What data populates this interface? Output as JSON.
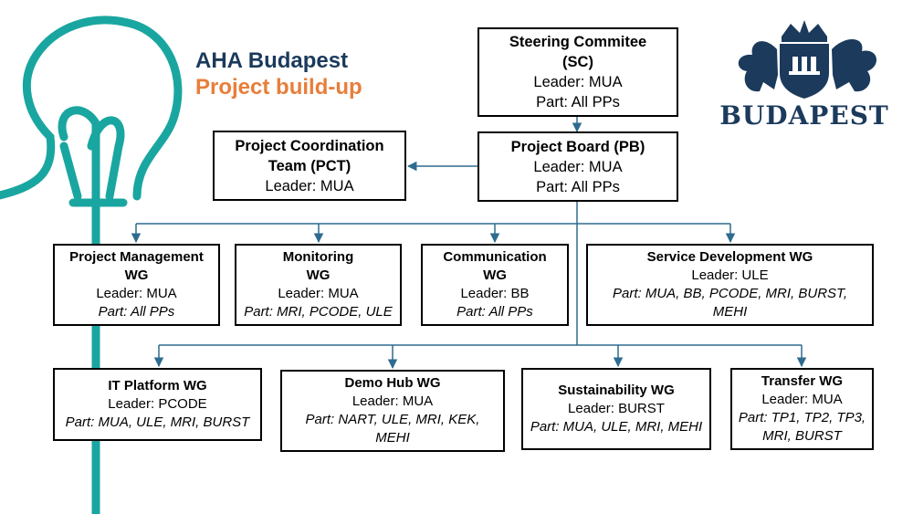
{
  "title": {
    "main": "AHA Budapest",
    "sub": "Project build-up"
  },
  "logo": {
    "text": "BUDAPEST",
    "color": "#1b3a5c"
  },
  "colors": {
    "accent_teal": "#1aa6a0",
    "arrow": "#2e6b8f",
    "title_navy": "#1b3a5c",
    "title_orange": "#e87e3a"
  },
  "boxes": {
    "sc": {
      "name": "Steering Commitee (SC)",
      "leader": "Leader: MUA",
      "part": "Part: All PPs"
    },
    "pb": {
      "name": "Project Board (PB)",
      "leader": "Leader: MUA",
      "part": "Part: All PPs"
    },
    "pct": {
      "name": "Project Coordination Team (PCT)",
      "leader": "Leader: MUA"
    },
    "pmwg": {
      "name": "Project Management WG",
      "leader": "Leader: MUA",
      "part": "Part: All PPs"
    },
    "mwg": {
      "name": "Monitoring WG",
      "leader": "Leader: MUA",
      "part": "Part: MRI, PCODE, ULE"
    },
    "cwg": {
      "name": "Communication WG",
      "leader": "Leader: BB",
      "part": "Part: All PPs"
    },
    "sdwg": {
      "name": "Service Development WG",
      "leader": "Leader: ULE",
      "part": "Part: MUA, BB, PCODE, MRI, BURST, MEHI"
    },
    "itwg": {
      "name": "IT Platform WG",
      "leader": "Leader: PCODE",
      "part": "Part: MUA, ULE, MRI, BURST"
    },
    "dhwg": {
      "name": "Demo Hub WG",
      "leader": "Leader: MUA",
      "part": "Part: NART, ULE, MRI, KEK, MEHI"
    },
    "swg": {
      "name": "Sustainability WG",
      "leader": "Leader: BURST",
      "part": "Part: MUA, ULE, MRI, MEHI"
    },
    "twg": {
      "name": "Transfer WG",
      "leader": "Leader: MUA",
      "part": "Part: TP1, TP2, TP3, MRI, BURST"
    }
  }
}
